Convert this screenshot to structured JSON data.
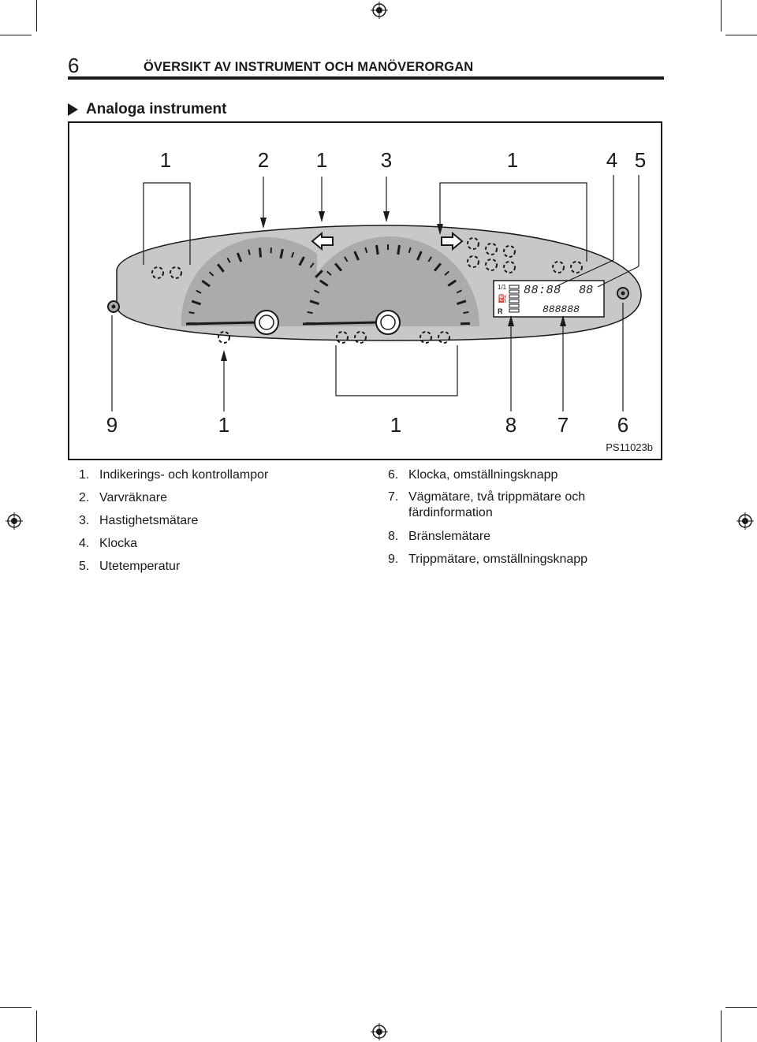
{
  "header": {
    "page_number": "6",
    "chapter_title": "ÖVERSIKT AV INSTRUMENT OCH MANÖVERORGAN"
  },
  "section": {
    "heading": "Analoga instrument"
  },
  "figure": {
    "code": "PS11023b",
    "top_callouts": [
      "1",
      "2",
      "1",
      "3",
      "1",
      "4",
      "5"
    ],
    "bottom_callouts": [
      "9",
      "1",
      "1",
      "8",
      "7",
      "6"
    ],
    "display": {
      "fuel_full": "1/1",
      "reverse": "R",
      "clock": "88:88",
      "outside_temp": "88",
      "odometer": "888888"
    }
  },
  "legend": {
    "left": [
      {
        "num": "1.",
        "text": "Indikerings- och kontrollampor"
      },
      {
        "num": "2.",
        "text": "Varvräknare"
      },
      {
        "num": "3.",
        "text": "Hastighetsmätare"
      },
      {
        "num": "4.",
        "text": "Klocka"
      },
      {
        "num": "5.",
        "text": "Utetemperatur"
      }
    ],
    "right": [
      {
        "num": "6.",
        "text": "Klocka, omställningsknapp"
      },
      {
        "num": "7.",
        "text": "Vägmätare, två trippmätare och färdinformation"
      },
      {
        "num": "8.",
        "text": "Bränslemätare"
      },
      {
        "num": "9.",
        "text": "Trippmätare, omställningsknapp"
      }
    ]
  }
}
